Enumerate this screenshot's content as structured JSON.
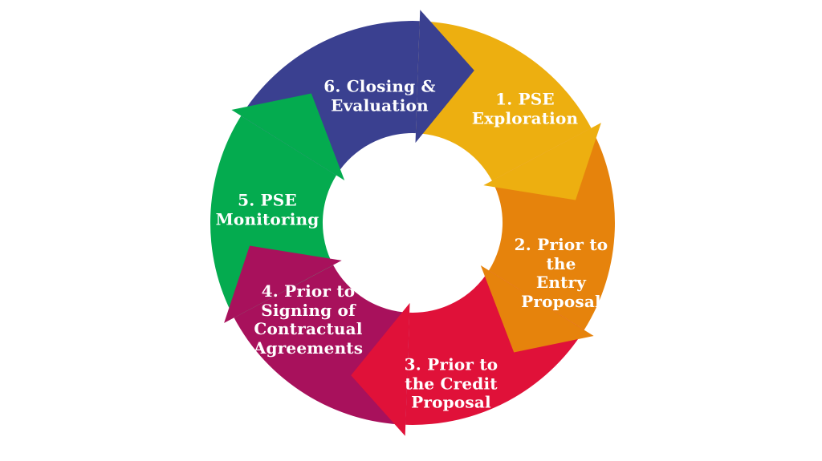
{
  "diagram": {
    "type": "cycle",
    "direction": "clockwise",
    "background_color": "#FFFFFF",
    "label_text_color": "#FFFFFF",
    "segments": [
      {
        "step": "1",
        "label": "1. PSE\nExploration",
        "color": "#EDAF10"
      },
      {
        "step": "2",
        "label": "2. Prior to\nthe\nEntry\nProposal",
        "color": "#E6830C"
      },
      {
        "step": "3",
        "label": "3. Prior to\nthe Credit\nProposal",
        "color": "#E01139"
      },
      {
        "step": "4",
        "label": "4. Prior to\nSigning of\nContractual\nAgreements",
        "color": "#A8115C"
      },
      {
        "step": "5",
        "label": "5. PSE\nMonitoring",
        "color": "#04AB4F"
      },
      {
        "step": "6",
        "label": "6. Closing &\nEvaluation",
        "color": "#3A4090"
      }
    ]
  }
}
